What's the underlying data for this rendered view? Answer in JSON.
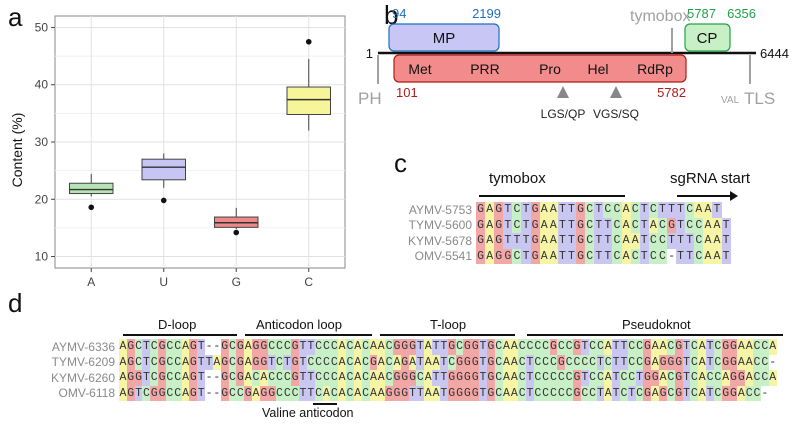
{
  "panels": {
    "a": "a",
    "b": "b",
    "c": "c",
    "d": "d"
  },
  "chart_data": {
    "type": "boxplot",
    "ylabel": "Content (%)",
    "xlabel": "",
    "ylim": [
      8,
      52
    ],
    "yticks": [
      10,
      20,
      30,
      40,
      50
    ],
    "grid": true,
    "categories": [
      "A",
      "U",
      "G",
      "C"
    ],
    "series": [
      {
        "category": "A",
        "whisker_low": 20.5,
        "q1": 21.0,
        "median": 21.7,
        "q3": 22.8,
        "whisker_high": 24.4,
        "outliers": [
          18.6
        ],
        "color": "#b7e4b6"
      },
      {
        "category": "U",
        "whisker_low": 22.0,
        "q1": 23.4,
        "median": 25.6,
        "q3": 27.0,
        "whisker_high": 28.0,
        "outliers": [
          19.8
        ],
        "color": "#c7c5f3"
      },
      {
        "category": "G",
        "whisker_low": 14.8,
        "q1": 15.1,
        "median": 15.9,
        "q3": 16.9,
        "whisker_high": 18.5,
        "outliers": [
          14.2
        ],
        "color": "#ef8888"
      },
      {
        "category": "C",
        "whisker_low": 32.0,
        "q1": 34.8,
        "median": 37.4,
        "q3": 39.6,
        "whisker_high": 44.5,
        "outliers": [
          47.5
        ],
        "color": "#f7f59a"
      }
    ]
  },
  "genome": {
    "start": "1",
    "end": "6444",
    "mp": {
      "label": "MP",
      "start": "94",
      "end": "2199"
    },
    "cp": {
      "label": "CP",
      "start": "5787",
      "end": "6356"
    },
    "tymobox": "tymobox",
    "polyprotein": {
      "start": "101",
      "end": "5782",
      "domains": [
        "Met",
        "PRR",
        "Pro",
        "Hel",
        "RdRp"
      ]
    },
    "sites": [
      "LGS/QP",
      "VGS/SQ"
    ],
    "ph": "PH",
    "val": "VAL",
    "tls": "TLS",
    "colors": {
      "blue": "#1f6fbf",
      "green": "#1fa34a",
      "red": "#b01b1b",
      "gray": "#a0a0a0"
    }
  },
  "panel_c": {
    "headers": {
      "tymobox": "tymobox",
      "sgrna": "sgRNA start"
    },
    "rows": [
      {
        "label": "AYMV-5753",
        "seq": "GAGTCTGAATTGCTCCACTCTTTCAAT"
      },
      {
        "label": "TYMV-5600",
        "seq": "GAGTCTGAATTGCTTCACTACGTCCAAT"
      },
      {
        "label": "KYMV-5678",
        "seq": "GAGTTTGAATTGCTTCAATCCTTTCAAT"
      },
      {
        "label": "OMV-5541",
        "seq": "GAGGCTGAATTGCTTCACTCC-TTCAAT"
      }
    ]
  },
  "panel_d": {
    "headers": {
      "dloop": "D-loop",
      "anticodon": "Anticodon loop",
      "tloop": "T-loop",
      "pseudoknot": "Pseudoknot",
      "valine": "Valine anticodon"
    },
    "rows": [
      {
        "label": "AYMV-6336",
        "seq": "AGCTCGCCAGT--GCGAGGCCCGTTCCCACACAACGGGTATTGCGGTGCAACCCCGCCGTCCATTCCGAACGTCATCGGAACCA"
      },
      {
        "label": "TYMV-6209",
        "seq": "AGCTCGCCAGTTAGCGAGGTCTGTCCCCACACGACAGATAATCGGGTGCAACTCCCGCCCCTCTTCCGAGGGTCATCGGAACC-"
      },
      {
        "label": "KYMV-6260",
        "seq": "AGGTCGCCAGT--GCGACACCCGTTCCCACACAACGGGCATTGGGGTGCAACTCCCCCGTCCATCCTGGACGTCACCAGGACCA"
      },
      {
        "label": "OMV-6118",
        "seq": "AGTCGGCCAGT--GCCGAGGCCCTTCACACACAAGGGTTAATGGGGTGCAACTCCCCCGCCTATCTCGAGCGTCATCGGACC-"
      }
    ]
  }
}
